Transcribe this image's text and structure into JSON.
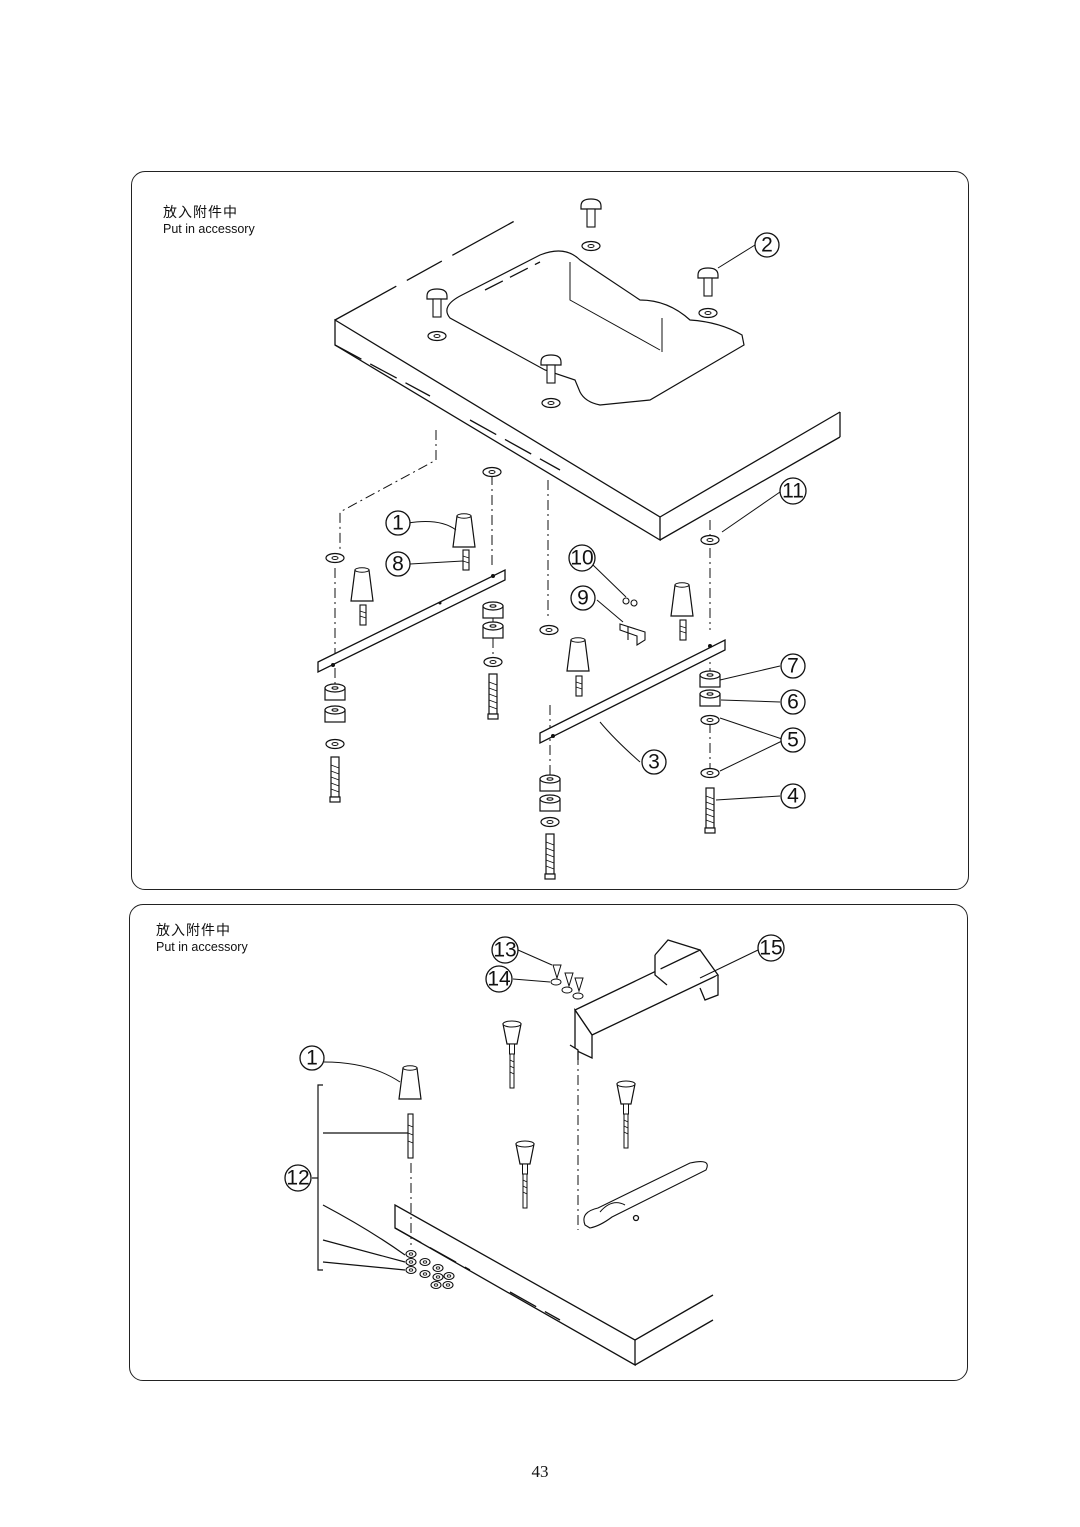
{
  "panels": [
    {
      "caption_cn": "放入附件中",
      "caption_en": "Put in accessory",
      "callouts": [
        "1",
        "2",
        "3",
        "4",
        "5",
        "6",
        "7",
        "8",
        "9",
        "10",
        "11"
      ]
    },
    {
      "caption_cn": "放入附件中",
      "caption_en": "Put in accessory",
      "callouts": [
        "1",
        "12",
        "13",
        "14",
        "15"
      ]
    }
  ],
  "page_number": "43"
}
